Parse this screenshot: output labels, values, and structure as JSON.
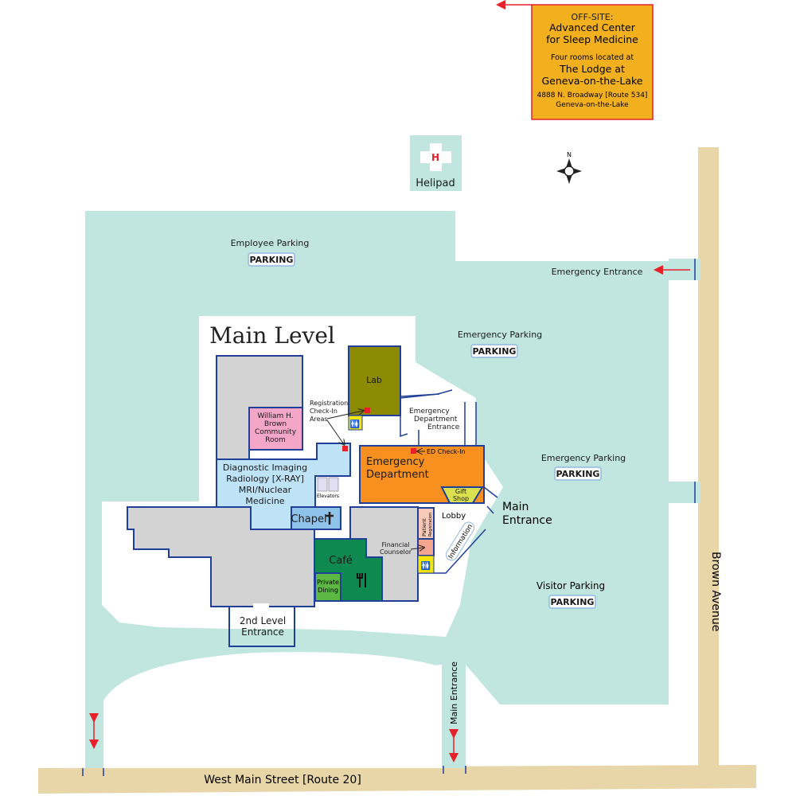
{
  "colors": {
    "lot": "#c0e6df",
    "road": "#e8d5a8",
    "wall": "#1f3f99",
    "arrow": "#e8202a",
    "offsite": "#f2b01e"
  },
  "offsite": {
    "line1": "OFF-SITE:",
    "line2": "Advanced Center",
    "line3": "for Sleep Medicine",
    "line4": "Four rooms located at",
    "line5": "The Lodge at",
    "line6": "Geneva-on-the-Lake",
    "line7": "4888 N. Broadway [Route 534]",
    "line8": "Geneva-on-the-Lake"
  },
  "helipad": {
    "letter": "H",
    "label": "Helipad"
  },
  "compass": {
    "north": "N"
  },
  "parking": {
    "badge": "PARKING",
    "employee": "Employee Parking",
    "emergency1": "Emergency Parking",
    "emergency2": "Emergency Parking",
    "visitor": "Visitor Parking"
  },
  "entrances": {
    "emergency": "Emergency Entrance",
    "main_line1": "Main",
    "main_line2": "Entrance",
    "main_drive": "Main Entrance",
    "second_line1": "2nd Level",
    "second_line2": "Entrance",
    "ed_line1": "Emergency",
    "ed_line2": "Department",
    "ed_line3": "Entrance"
  },
  "title": "Main Level",
  "rooms": {
    "lab": "Lab",
    "community": [
      "William H.",
      "Brown",
      "Community",
      "Room"
    ],
    "imaging": [
      "Diagnostic Imaging",
      "Radiology [X-RAY]",
      "MRI/Nuclear",
      "Medicine"
    ],
    "elevators": "Elevators",
    "chapel": "Chapel",
    "ed": [
      "Emergency",
      "Department"
    ],
    "ed_checkin": "ED Check-In",
    "gift": [
      "Gift",
      "Shop"
    ],
    "lobby": "Lobby",
    "information": "Information",
    "patient_reg": [
      "Patient",
      "Registration"
    ],
    "financial": [
      "Financial",
      "Counselor"
    ],
    "cafe": "Café",
    "private_dining": [
      "Private",
      "Dining"
    ],
    "registration": [
      "Registration",
      "Check-In",
      "Areas"
    ]
  },
  "streets": {
    "west_main": "West Main Street [Route 20]",
    "brown": "Brown Avenue"
  }
}
